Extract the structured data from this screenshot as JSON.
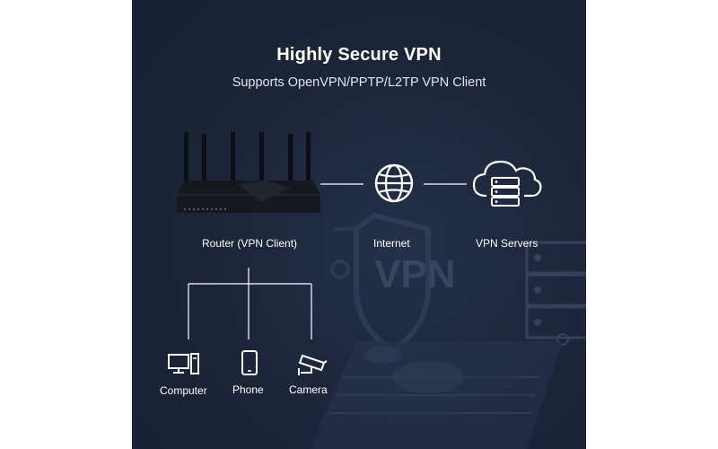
{
  "header": {
    "title": "Highly Secure VPN",
    "subtitle": "Supports OpenVPN/PPTP/L2TP VPN Client"
  },
  "diagram": {
    "router_label": "Router (VPN Client)",
    "internet_label": "Internet",
    "servers_label": "VPN Servers",
    "devices": [
      {
        "label": "Computer",
        "icon": "computer-icon"
      },
      {
        "label": "Phone",
        "icon": "phone-icon"
      },
      {
        "label": "Camera",
        "icon": "camera-icon"
      }
    ]
  },
  "background": {
    "shield_text": "VPN"
  },
  "colors": {
    "panel_bg": "#1c2438",
    "text": "#ffffff",
    "line": "#ffffff"
  }
}
